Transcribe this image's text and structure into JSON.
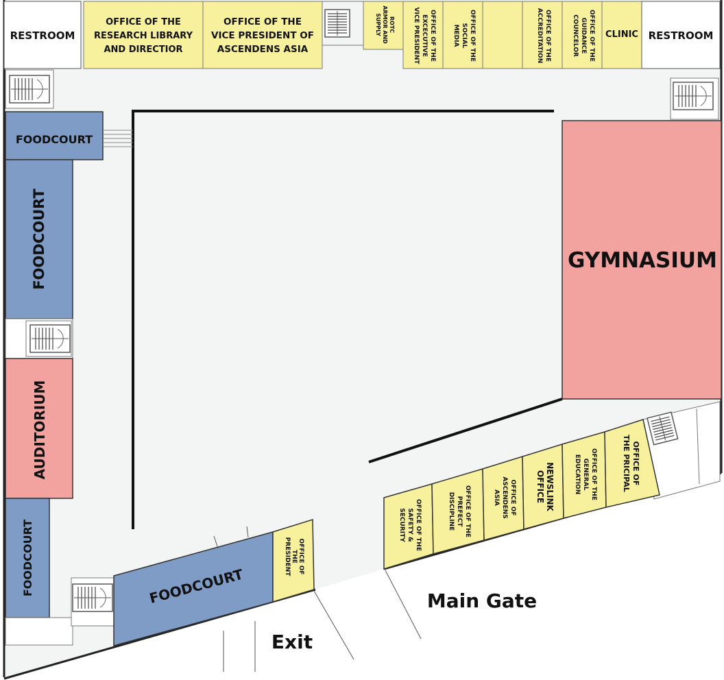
{
  "colors": {
    "office": "#f7f19e",
    "foodcourt": "#7f9cc6",
    "hall": "#f2a3a0",
    "restroom": "#ffffff",
    "ground": "#f3f4f4",
    "outline": "#222222"
  },
  "icons": [
    "stairs-icon"
  ],
  "rooms": {
    "restroom_left": "RESTROOM",
    "restroom_right": "RESTROOM",
    "research_library": [
      "OFFICE OF THE",
      "RESEARCH LIBRARY",
      "AND DIRECTIOR"
    ],
    "vp_ascendens": [
      "OFFICE OF THE",
      "VICE PRESIDENT OF",
      "ASCENDENS ASIA"
    ],
    "rotc": [
      "ROTC",
      "ARMOR AND",
      "SUPPLY"
    ],
    "exec_vp": [
      "OFFICE OF THE",
      "EXCECUTIVE",
      "VICE PRESIDENT"
    ],
    "social_media": [
      "OFFICE OF THE",
      "SOCIAL",
      "MEDIA"
    ],
    "accreditation": [
      "OFFICE OF THE",
      "ACCREDITATION"
    ],
    "guidance": [
      "OFFICE OF THE",
      "GUIDANCE",
      "COUNCELOR"
    ],
    "clinic": "CLINIC",
    "foodcourt_top": "FOODCOURT",
    "foodcourt_left": "FOODCOURT",
    "auditorium": "AUDITORIUM",
    "foodcourt_bottom_left": "FOODCOURT",
    "foodcourt_bottom": "FOODCOURT",
    "office_president": [
      "OFFICE OF",
      "THE",
      "PRESIDENT"
    ],
    "gymnasium": "GYMNASIUM",
    "safety_security": [
      "OFFICE OF THE",
      "SAFETY &",
      "SECURITY"
    ],
    "prefect_discipline": [
      "OFFICE OF THE",
      "PREFECT",
      "DISCIPLINE"
    ],
    "ascendens_asia": [
      "OFFICE OF",
      "ASCENDENS",
      "ASIA"
    ],
    "newslink": [
      "NEWSLINK",
      "OFFICE"
    ],
    "general_education": [
      "OFFICE OF THE",
      "GENERAL",
      "EDUCATION"
    ],
    "principal": [
      "OFFICE OF",
      "THE PRICIPAL"
    ]
  },
  "labels": {
    "main_gate": "Main Gate",
    "exit": "Exit"
  }
}
